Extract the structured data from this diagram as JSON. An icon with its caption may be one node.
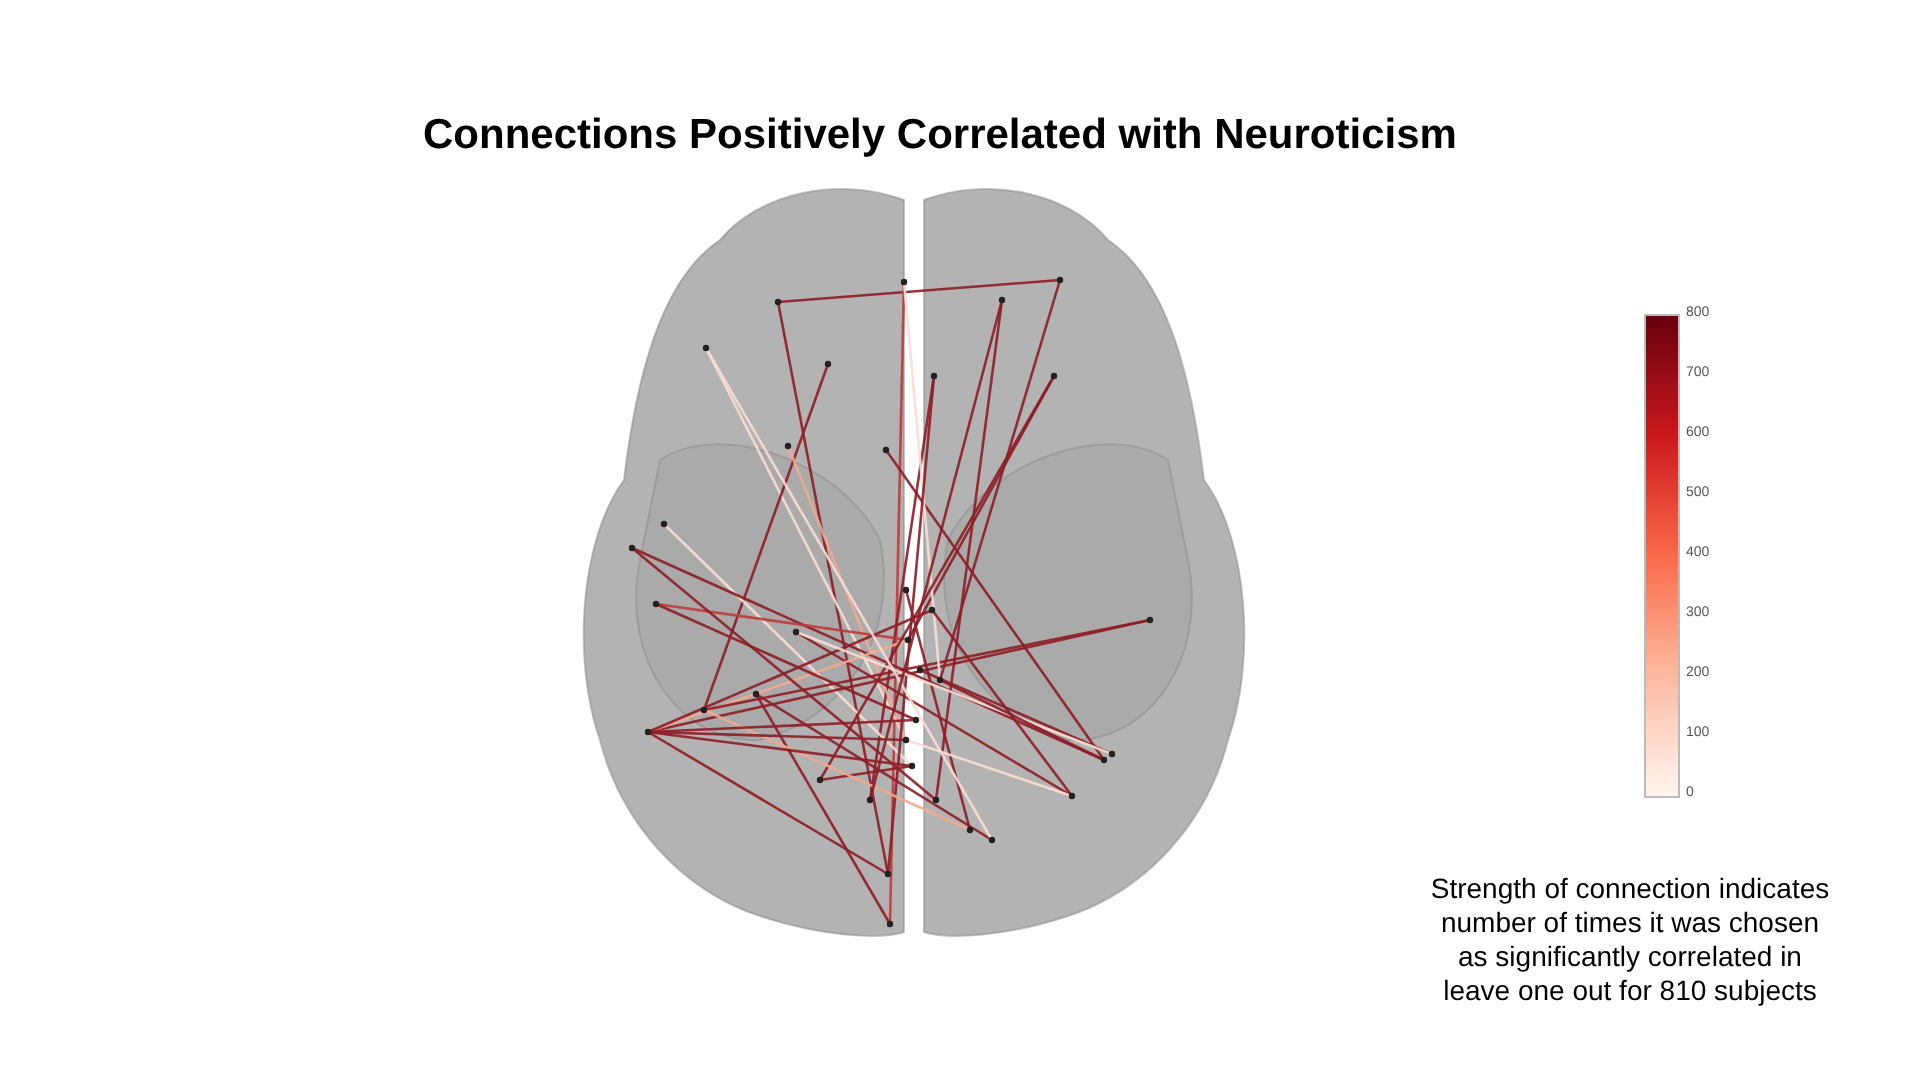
{
  "diagram": {
    "title": "Connections Positively Correlated with Neuroticism",
    "labels": [
      "800",
      "700",
      "600",
      "500",
      "400",
      "300",
      "200",
      "100",
      "0",
      "Strength of connection indicates number of times it was chosen as significantly correlated in leave one out for 810 subjects"
    ]
  }
}
